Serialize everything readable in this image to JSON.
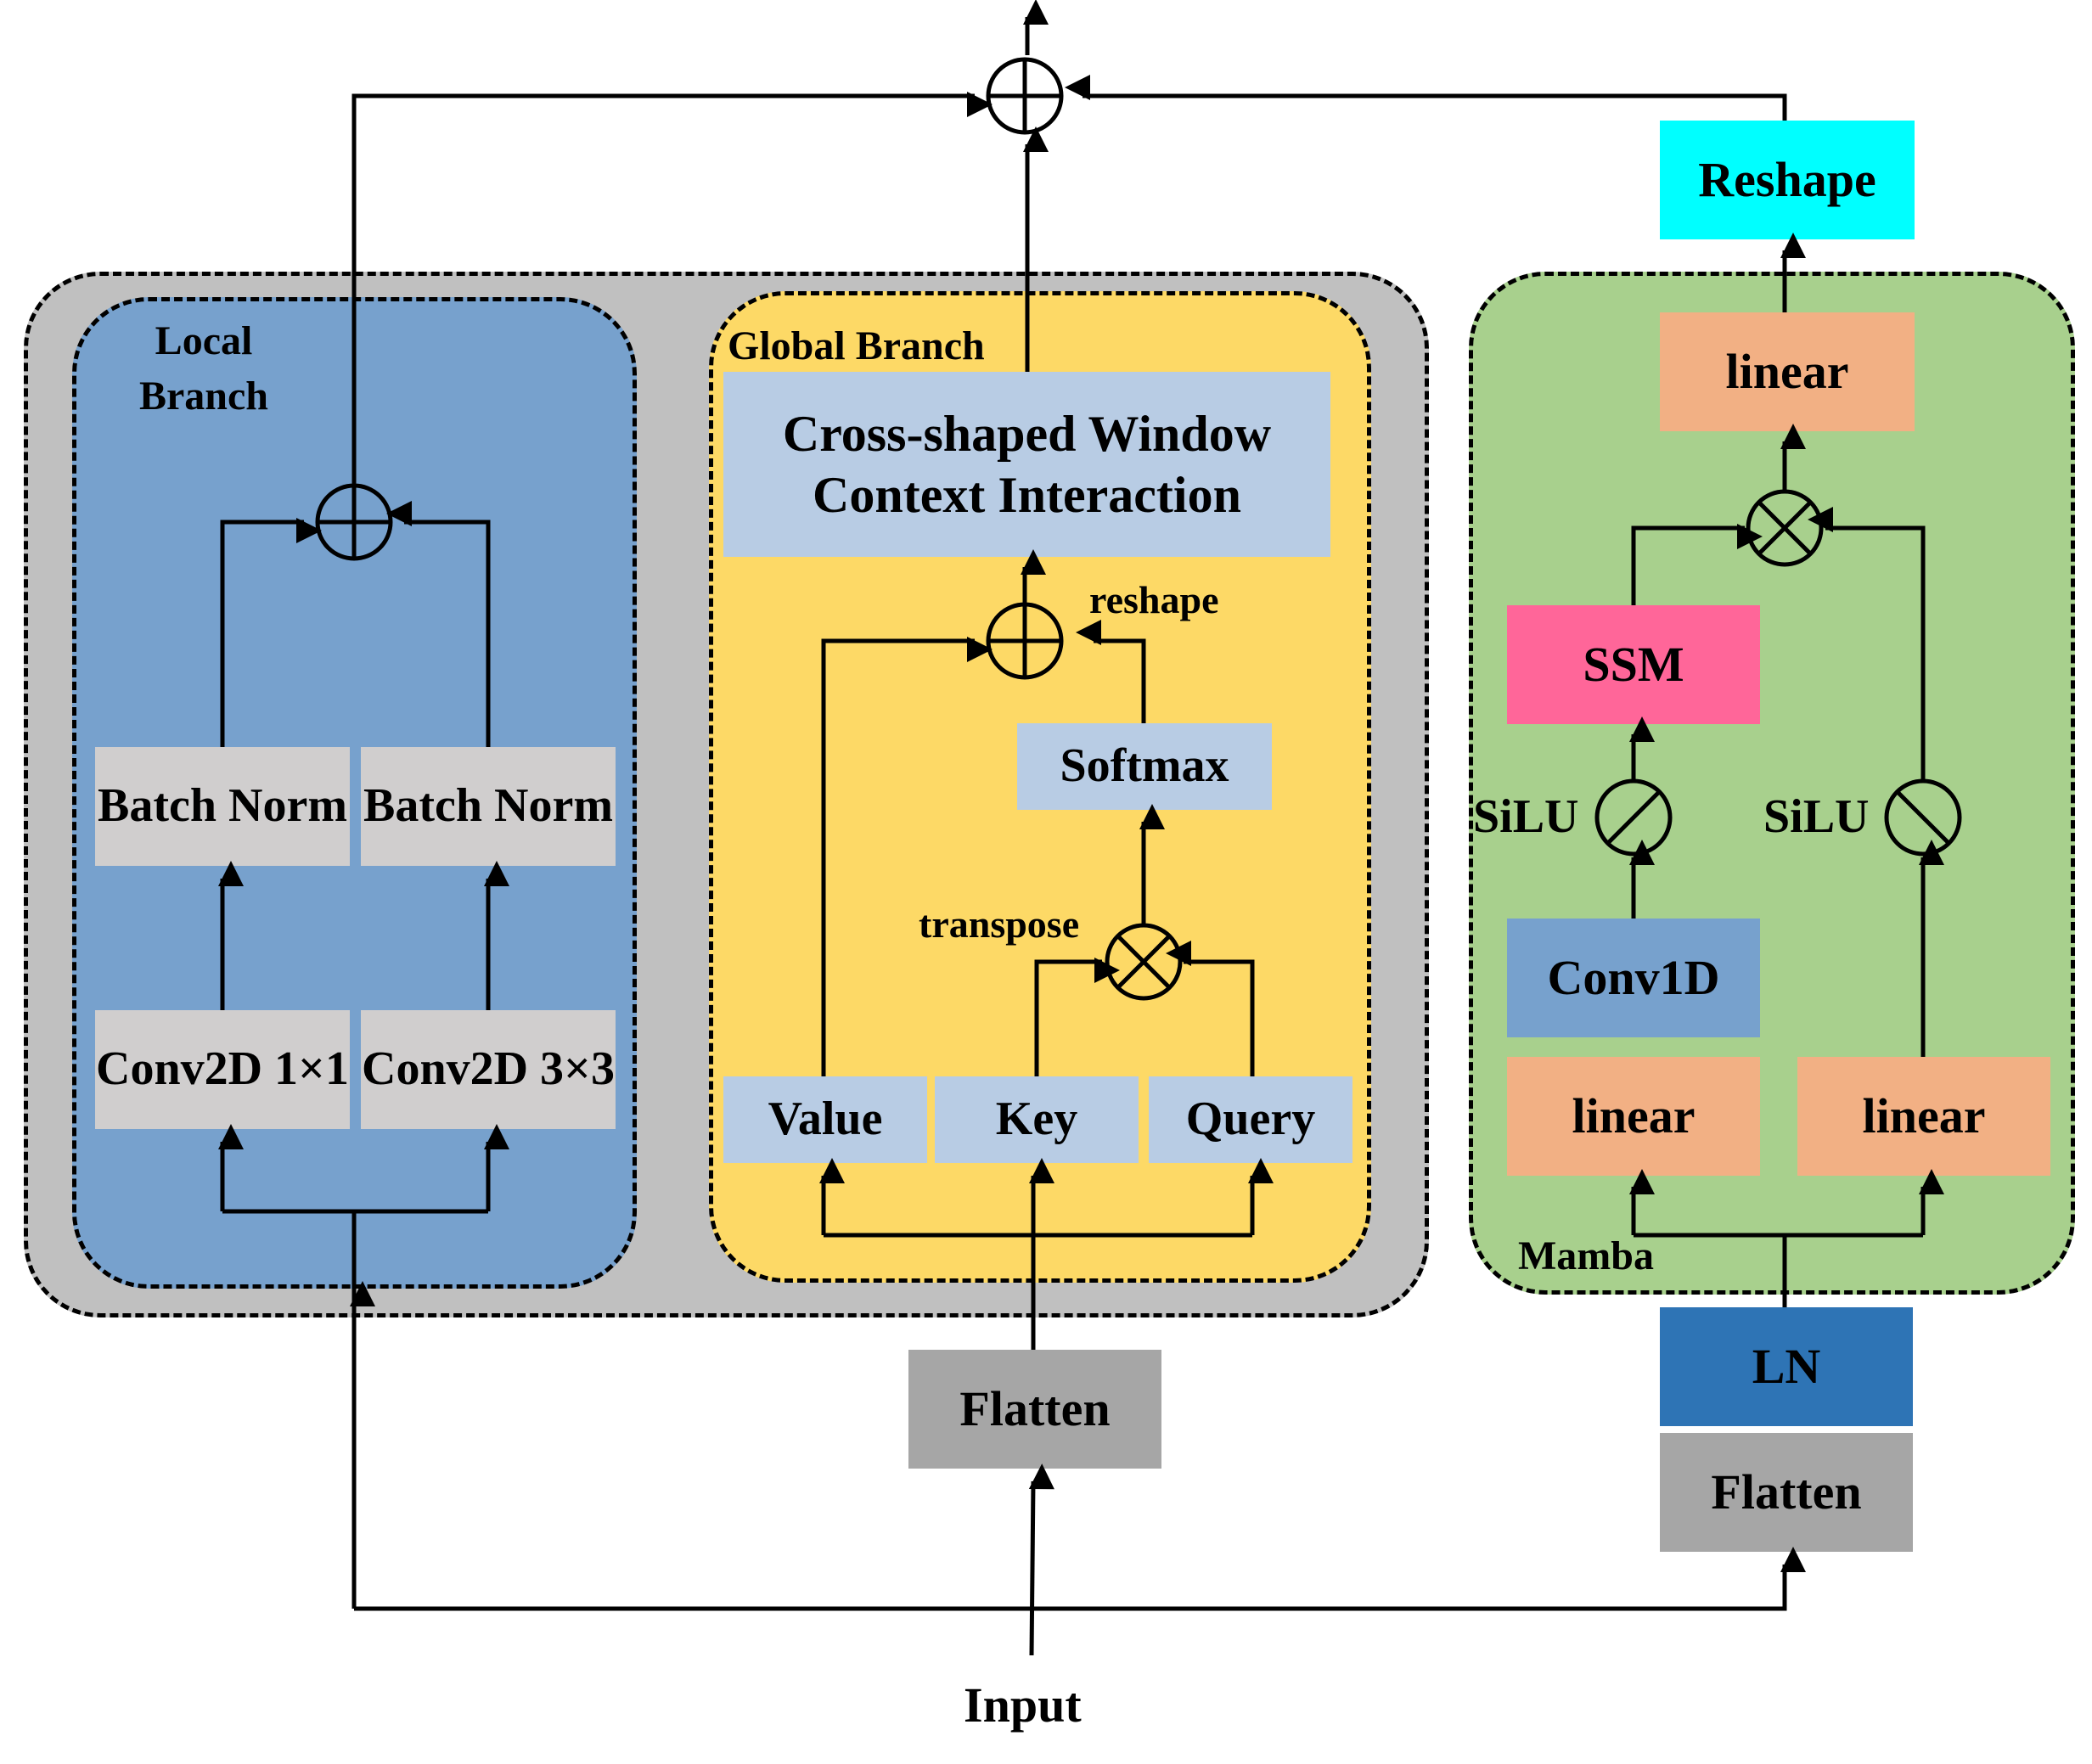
{
  "colors": {
    "outer_panel": "#c0c0c0",
    "local_panel": "#77a1cd",
    "global_panel": "#fdd966",
    "mamba_panel": "#a8d08d",
    "light_blue_box": "#b8cce4",
    "gray_box": "#d0cece",
    "dark_gray_box": "#a6a6a6",
    "orange_box": "#f2b084",
    "pink_box": "#ff6699",
    "cyan_box": "#00ffff",
    "conv1d_box": "#77a1cd",
    "ln_box": "#2e74b5"
  },
  "local_branch": {
    "title": "Local Branch",
    "bn_left": "Batch Norm",
    "bn_right": "Batch Norm",
    "conv_left": "Conv2D 1×1",
    "conv_right": "Conv2D 3×3"
  },
  "global_branch": {
    "title": "Global Branch",
    "cross_window": "Cross-shaped Window Context Interaction",
    "reshape_label": "reshape",
    "softmax": "Softmax",
    "transpose_label": "transpose",
    "value": "Value",
    "key": "Key",
    "query": "Query"
  },
  "flatten_center": "Flatten",
  "mamba": {
    "title": "Mamba",
    "reshape": "Reshape",
    "linear_top": "linear",
    "ssm": "SSM",
    "silu_left": "SiLU",
    "silu_right": "SiLU",
    "conv1d": "Conv1D",
    "linear_left": "linear",
    "linear_right": "linear",
    "ln": "LN",
    "flatten": "Flatten"
  },
  "input_label": "Input",
  "icons": {
    "add": "circle-plus-icon",
    "multiply": "circle-times-icon",
    "activation": "circle-slash-icon"
  }
}
